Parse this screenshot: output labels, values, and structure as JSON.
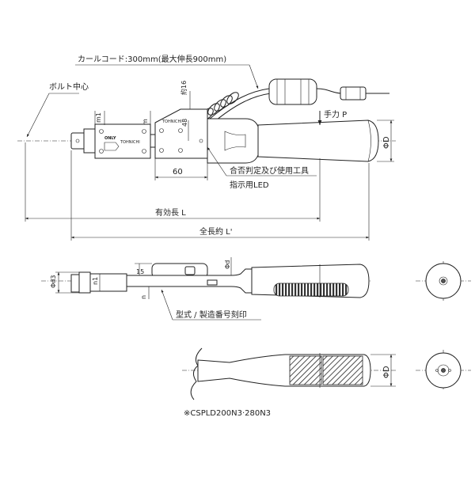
{
  "labels": {
    "curl_cord": "カールコード:300mm(最大伸長900mm)",
    "approx16": "約16",
    "bolt_center": "ボルト中心",
    "hand_force": "手力 P",
    "m1": "m1",
    "m": "m",
    "dim48": "48",
    "dim60": "60",
    "phiD": "ΦD",
    "go_nogo": "合否判定及び使用工具",
    "indicator_led": "指示用LED",
    "effective_length": "有効長 L",
    "overall_length": "全長約 L'",
    "phid3": "Φd3",
    "n1": "n1",
    "dim15": "15",
    "phid": "Φd",
    "n": "n",
    "model_mark": "型式 / 製造番号刻印",
    "phiD2": "ΦD",
    "models_note": "※CSPLD200N3·280N3"
  },
  "product": {
    "only_mark": "ONLY",
    "brand": "TOHNICHI"
  },
  "colors": {
    "line": "#222222",
    "background": "#ffffff",
    "grip_dark": "#555555"
  }
}
